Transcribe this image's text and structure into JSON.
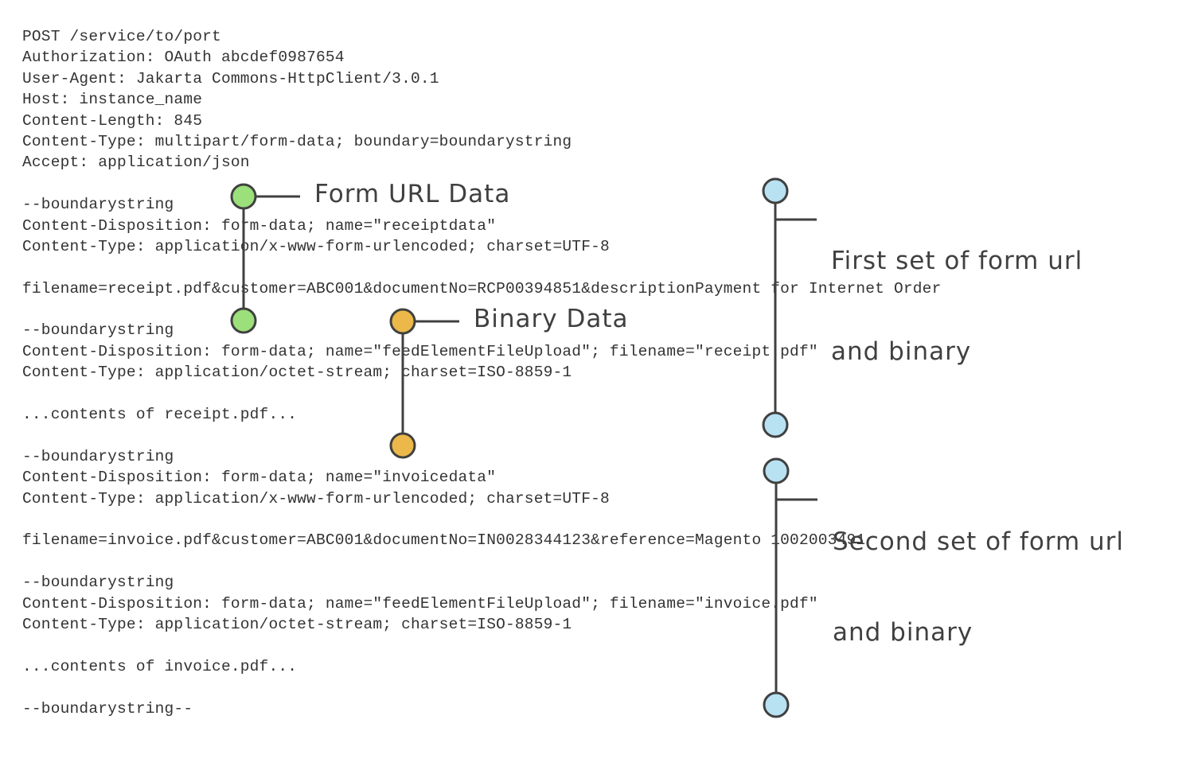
{
  "request": {
    "lines": [
      "POST /service/to/port",
      "Authorization: OAuth abcdef0987654",
      "User-Agent: Jakarta Commons-HttpClient/3.0.1",
      "Host: instance_name",
      "Content-Length: 845",
      "Content-Type: multipart/form-data; boundary=boundarystring",
      "Accept: application/json",
      "",
      "--boundarystring",
      "Content-Disposition: form-data; name=\"receiptdata\"",
      "Content-Type: application/x-www-form-urlencoded; charset=UTF-8",
      "",
      "filename=receipt.pdf&customer=ABC001&documentNo=RCP00394851&descriptionPayment for Internet Order",
      "",
      "--boundarystring",
      "Content-Disposition: form-data; name=\"feedElementFileUpload\"; filename=\"receipt.pdf\"",
      "Content-Type: application/octet-stream; charset=ISO-8859-1",
      "",
      "...contents of receipt.pdf...",
      "",
      "--boundarystring",
      "Content-Disposition: form-data; name=\"invoicedata\"",
      "Content-Type: application/x-www-form-urlencoded; charset=UTF-8",
      "",
      "filename=invoice.pdf&customer=ABC001&documentNo=IN0028344123&reference=Magento 1002003491",
      "",
      "--boundarystring",
      "Content-Disposition: form-data; name=\"feedElementFileUpload\"; filename=\"invoice.pdf\"",
      "Content-Type: application/octet-stream; charset=ISO-8859-1",
      "",
      "...contents of invoice.pdf...",
      "",
      "--boundarystring--"
    ]
  },
  "annotations": {
    "form_url": {
      "label": "Form URL Data",
      "color": "#9be07a"
    },
    "binary": {
      "label": "Binary Data",
      "color": "#ecb84a"
    },
    "first_set": {
      "line1": "First set of form url",
      "line2": "and binary",
      "color": "#b8e1f2"
    },
    "second_set": {
      "line1": "Second set of form url",
      "line2": "and binary",
      "color": "#b8e1f2"
    }
  },
  "colors": {
    "stroke": "#404040",
    "text": "#333333"
  }
}
